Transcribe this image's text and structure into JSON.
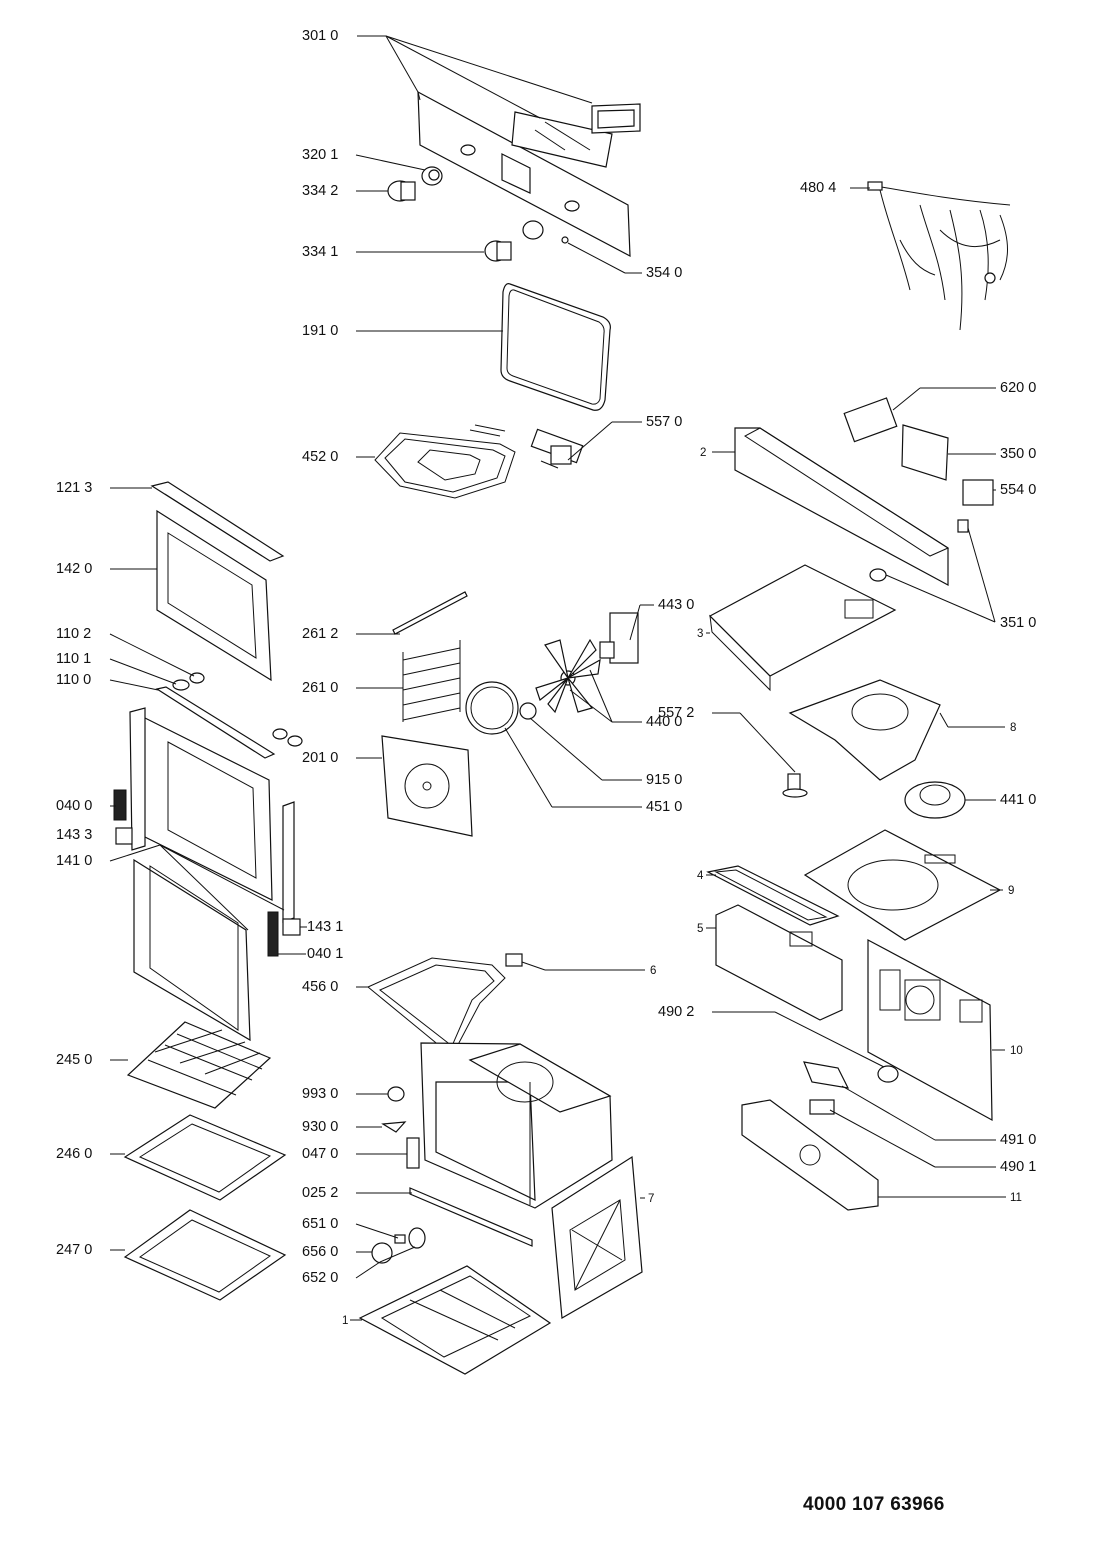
{
  "diagram": {
    "document_number": "4000 107 63966",
    "labels": [
      {
        "id": "p3010",
        "text": "301 0"
      },
      {
        "id": "p3201",
        "text": "320 1"
      },
      {
        "id": "p3342",
        "text": "334 2"
      },
      {
        "id": "p3341",
        "text": "334 1"
      },
      {
        "id": "p3540",
        "text": "354 0"
      },
      {
        "id": "p1910",
        "text": "191 0"
      },
      {
        "id": "p5570",
        "text": "557 0"
      },
      {
        "id": "p4520",
        "text": "452 0"
      },
      {
        "id": "p1213",
        "text": "121 3"
      },
      {
        "id": "p1420",
        "text": "142 0"
      },
      {
        "id": "p1102",
        "text": "110 2"
      },
      {
        "id": "p1101",
        "text": "110 1"
      },
      {
        "id": "p1100",
        "text": "110 0"
      },
      {
        "id": "p0400",
        "text": "040 0"
      },
      {
        "id": "p1433",
        "text": "143 3"
      },
      {
        "id": "p1410",
        "text": "141 0"
      },
      {
        "id": "p1431",
        "text": "143 1"
      },
      {
        "id": "p0401",
        "text": "040 1"
      },
      {
        "id": "p2450",
        "text": "245 0"
      },
      {
        "id": "p2460",
        "text": "246 0"
      },
      {
        "id": "p2470",
        "text": "247 0"
      },
      {
        "id": "p2612",
        "text": "261 2"
      },
      {
        "id": "p2610",
        "text": "261 0"
      },
      {
        "id": "p2010",
        "text": "201 0"
      },
      {
        "id": "p4430",
        "text": "443 0"
      },
      {
        "id": "p4400",
        "text": "440 0"
      },
      {
        "id": "p9150",
        "text": "915 0"
      },
      {
        "id": "p4510",
        "text": "451 0"
      },
      {
        "id": "p4560",
        "text": "456 0"
      },
      {
        "id": "p9930",
        "text": "993 0"
      },
      {
        "id": "p9300",
        "text": "930 0"
      },
      {
        "id": "p0470",
        "text": "047 0"
      },
      {
        "id": "p0252",
        "text": "025 2"
      },
      {
        "id": "p6510",
        "text": "651 0"
      },
      {
        "id": "p6560",
        "text": "656 0"
      },
      {
        "id": "p6520",
        "text": "652 0"
      },
      {
        "id": "p4804",
        "text": "480 4"
      },
      {
        "id": "p6200",
        "text": "620 0"
      },
      {
        "id": "p3500",
        "text": "350 0"
      },
      {
        "id": "p5540",
        "text": "554 0"
      },
      {
        "id": "p3510",
        "text": "351 0"
      },
      {
        "id": "p5572",
        "text": "557 2"
      },
      {
        "id": "p4410",
        "text": "441 0"
      },
      {
        "id": "p4902",
        "text": "490 2"
      },
      {
        "id": "p4910",
        "text": "491 0"
      },
      {
        "id": "p4901",
        "text": "490 1"
      },
      {
        "id": "n1",
        "text": "1"
      },
      {
        "id": "n2",
        "text": "2"
      },
      {
        "id": "n3",
        "text": "3"
      },
      {
        "id": "n4",
        "text": "4"
      },
      {
        "id": "n5",
        "text": "5"
      },
      {
        "id": "n6",
        "text": "6"
      },
      {
        "id": "n7",
        "text": "7"
      },
      {
        "id": "n8",
        "text": "8"
      },
      {
        "id": "n9",
        "text": "9"
      },
      {
        "id": "n10",
        "text": "10"
      },
      {
        "id": "n11",
        "text": "11"
      }
    ]
  }
}
